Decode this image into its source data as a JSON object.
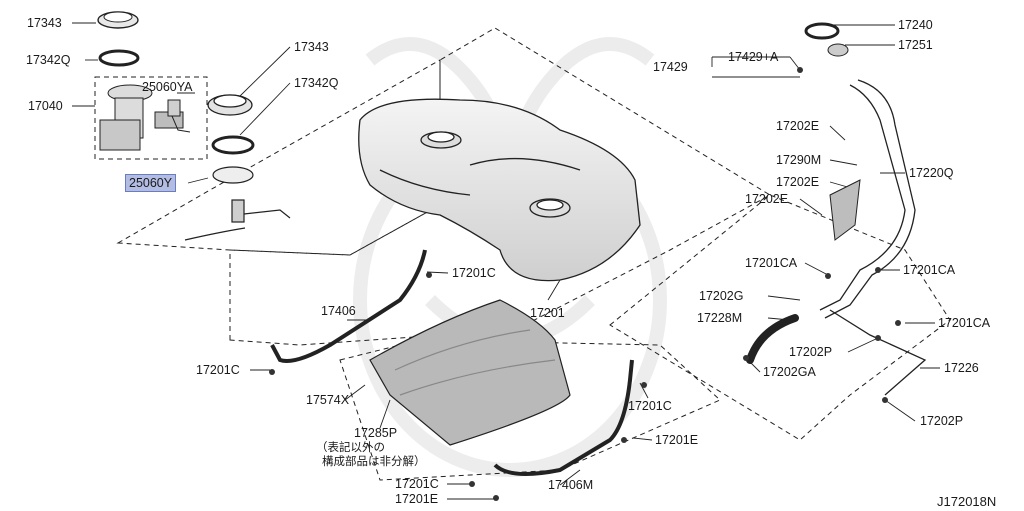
{
  "diagram": {
    "code": "J172018N",
    "note_line1": "（表記以外の",
    "note_line2": "構成部品は非分解）",
    "accent_color": "#b3bde4",
    "labels": {
      "l17343a": "17343",
      "l17342qa": "17342Q",
      "l17040": "17040",
      "l25060ya": "25060YA",
      "l25060y": "25060Y",
      "l17343b": "17343",
      "l17342qb": "17342Q",
      "l17201c_a": "17201C",
      "l17406": "17406",
      "l17201c_b": "17201C",
      "l17574x": "17574X",
      "l17285p": "17285P",
      "l17201": "17201",
      "l17201c_c": "17201C",
      "l17201e_a": "17201E",
      "l17201c_d": "17201C",
      "l17201e_b": "17201E",
      "l17406m": "17406M",
      "l17240": "17240",
      "l17251": "17251",
      "l17429": "17429",
      "l17429a": "17429+A",
      "l17202e_a": "17202E",
      "l17290m": "17290M",
      "l17202e_b": "17202E",
      "l17202e_c": "17202E",
      "l17220q": "17220Q",
      "l17201ca_a": "17201CA",
      "l17201ca_b": "17201CA",
      "l17202g": "17202G",
      "l17228m": "17228M",
      "l17201ca_c": "17201CA",
      "l17202p_a": "17202P",
      "l17226": "17226",
      "l17202ga": "17202GA",
      "l17202p_b": "17202P"
    }
  }
}
